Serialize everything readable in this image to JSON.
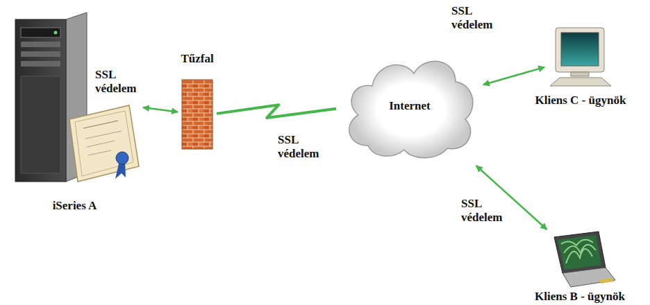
{
  "diagram": {
    "nodes": [
      {
        "text": [
          "iSeries A"
        ]
      },
      {
        "text": [
          "Tűzfal"
        ]
      },
      {
        "text": [
          "Internet"
        ]
      },
      {
        "text": [
          "Kliens C - ügynök"
        ]
      },
      {
        "text": [
          "Kliens B - ügynök"
        ]
      }
    ],
    "edges": [
      {
        "from": 0,
        "to": 1,
        "arrow": "both",
        "label": "SSL védelem"
      },
      {
        "from": 1,
        "to": 2,
        "arrow": "none",
        "label": "SSL védelem"
      },
      {
        "from": 2,
        "to": 3,
        "arrow": "both",
        "label": "SSL védelem"
      },
      {
        "from": 2,
        "to": 4,
        "arrow": "both",
        "label": "SSL védelem"
      }
    ]
  }
}
